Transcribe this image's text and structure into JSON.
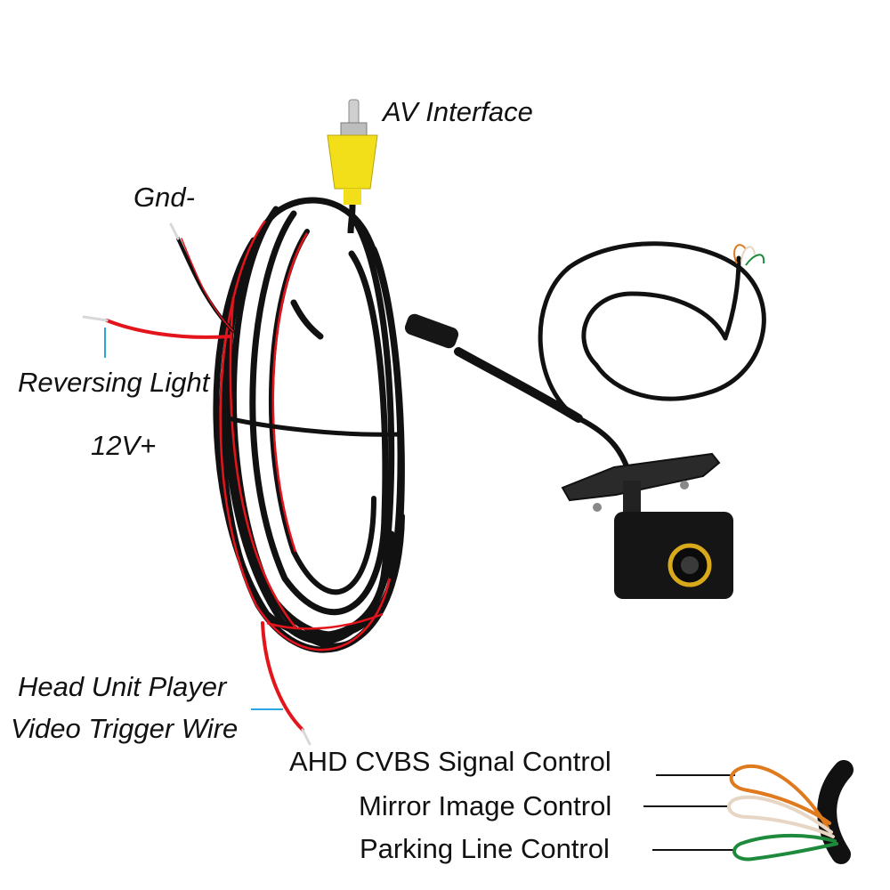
{
  "labels": {
    "av_interface": "AV Interface",
    "gnd": "Gnd-",
    "reversing_light": "Reversing Light",
    "v12": "12V+",
    "head_unit_line1": "Head Unit Player",
    "head_unit_line2": "Video Trigger Wire",
    "ahd_cvbs": "AHD CVBS Signal Control",
    "mirror": "Mirror Image Control",
    "parking": "Parking Line Control"
  },
  "colors": {
    "cable": "#111111",
    "red_wire": "#e3141c",
    "rca_yellow": "#f2df1a",
    "callout_blue": "#2aa6e0",
    "lens_gold": "#d9a91c",
    "wire_orange": "#e07a1e",
    "wire_white": "#e8d6c4",
    "wire_green": "#1e8a3c"
  }
}
